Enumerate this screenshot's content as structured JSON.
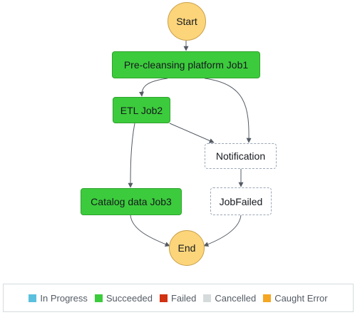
{
  "nodes": {
    "start": "Start",
    "job1": "Pre-cleansing platform Job1",
    "job2": "ETL Job2",
    "job3": "Catalog data Job3",
    "notification": "Notification",
    "job_failed": "JobFailed",
    "end": "End"
  },
  "legend": [
    {
      "label": "In Progress",
      "color": "#5bc0de"
    },
    {
      "label": "Succeeded",
      "color": "#3ccb3c"
    },
    {
      "label": "Failed",
      "color": "#d13212"
    },
    {
      "label": "Cancelled",
      "color": "#d5dbdb"
    },
    {
      "label": "Caught Error",
      "color": "#f5a623"
    }
  ],
  "colors": {
    "succeeded": "#3ccb3c",
    "terminal": "#fcd57a",
    "edge": "#545b64"
  }
}
